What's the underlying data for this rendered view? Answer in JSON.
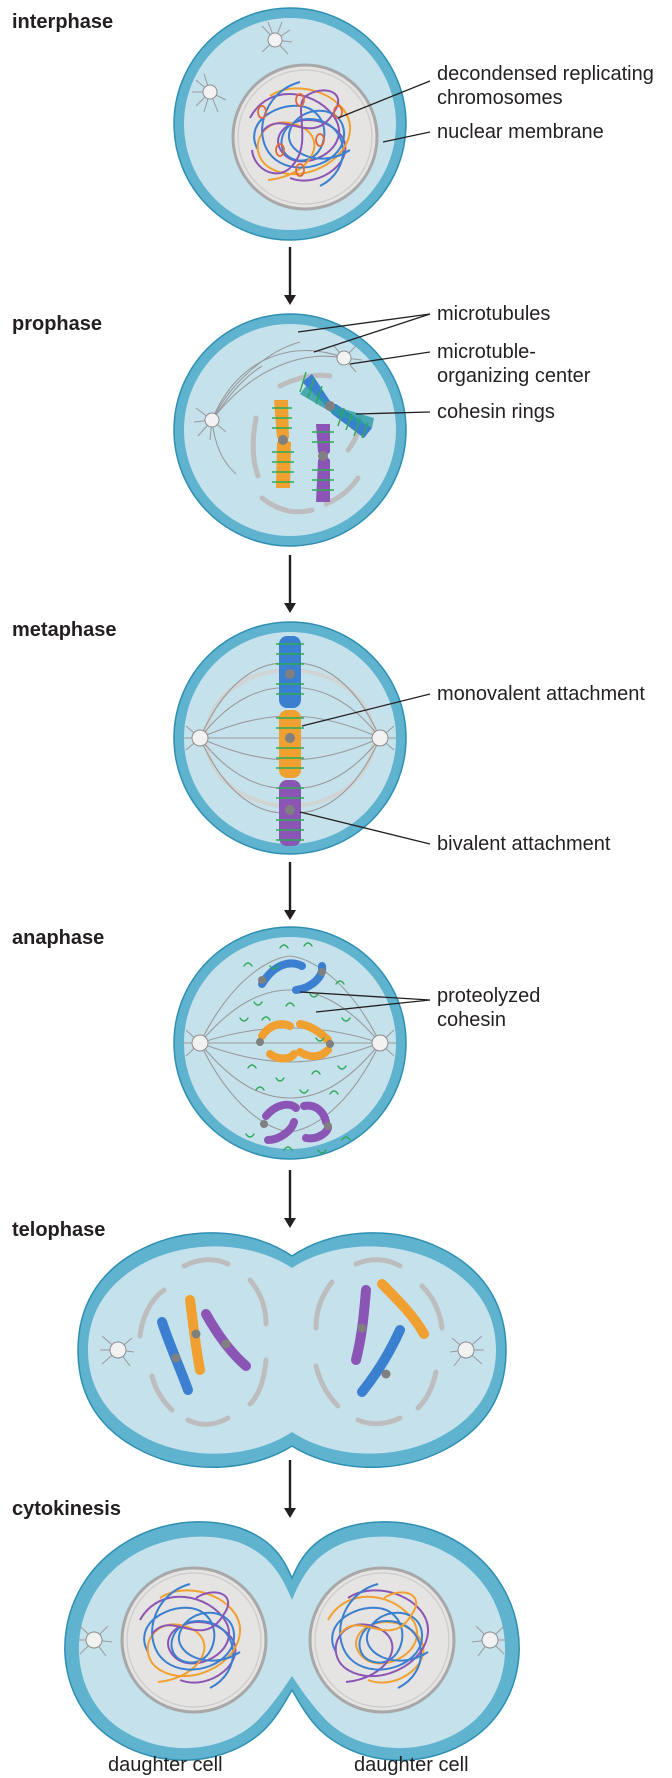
{
  "stages": [
    {
      "id": "interphase",
      "label": "interphase"
    },
    {
      "id": "prophase",
      "label": "prophase"
    },
    {
      "id": "metaphase",
      "label": "metaphase"
    },
    {
      "id": "anaphase",
      "label": "anaphase"
    },
    {
      "id": "telophase",
      "label": "telophase"
    },
    {
      "id": "cytokinesis",
      "label": "cytokinesis"
    }
  ],
  "callouts": {
    "interphase": {
      "chromosomes": [
        "decondensed replicating",
        "chromosomes"
      ],
      "membrane": "nuclear membrane"
    },
    "prophase": {
      "microtubules": "microtubules",
      "mtoc": [
        "microtuble-",
        "organizing center"
      ],
      "cohesin": "cohesin rings"
    },
    "metaphase": {
      "monovalent": "monovalent attachment",
      "bivalent": "bivalent attachment"
    },
    "anaphase": {
      "proteolyzed": [
        "proteolyzed",
        "cohesin"
      ]
    }
  },
  "captions": {
    "left": "daughter cell",
    "right": "daughter cell"
  },
  "colors": {
    "membrane": "#5fb3cf",
    "cytoplasm": "#c5e1ec",
    "chromosome_orange": "#f0a030",
    "chromosome_blue": "#3a7fd0",
    "chromosome_purple": "#8b55b5",
    "cohesin": "#2eaa55"
  }
}
